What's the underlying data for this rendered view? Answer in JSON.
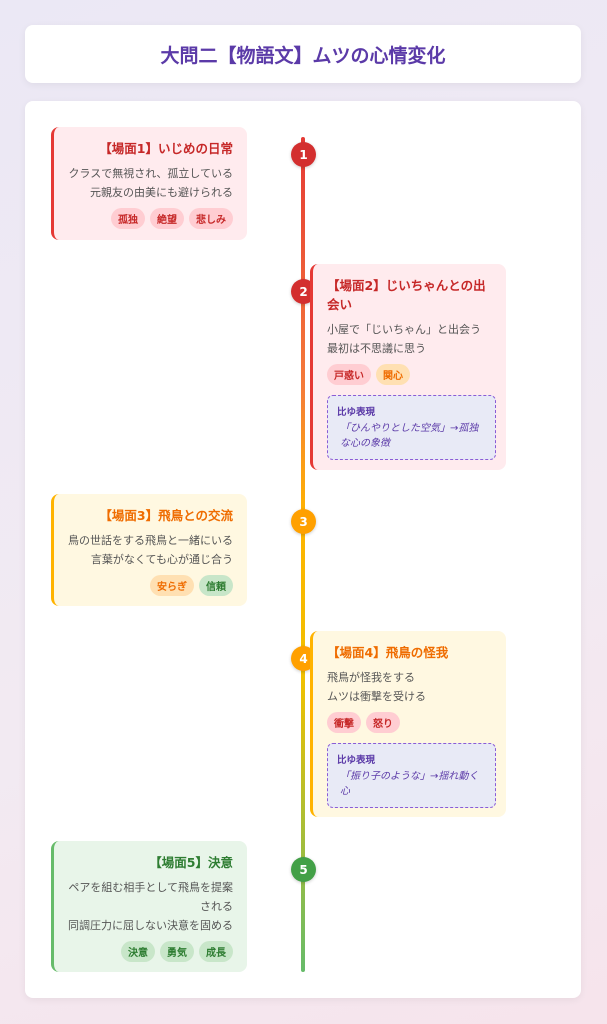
{
  "title": "大問二【物語文】ムツの心情変化",
  "scenes": [
    {
      "num": "1",
      "title": "【場面1】いじめの日常",
      "lines": [
        "クラスで無視され、孤立している",
        "元親友の由美にも避けられる"
      ],
      "tags": [
        "孤独",
        "絶望",
        "悲しみ"
      ]
    },
    {
      "num": "2",
      "title": "【場面2】じいちゃんとの出会い",
      "lines": [
        "小屋で「じいちゃん」と出会う",
        "最初は不思議に思う"
      ],
      "tags": [
        "戸惑い",
        "関心"
      ],
      "metaphor": {
        "label": "比ゆ表現",
        "text": "「ひんやりとした空気」→孤独な心の象徴"
      }
    },
    {
      "num": "3",
      "title": "【場面3】飛鳥との交流",
      "lines": [
        "鳥の世話をする飛鳥と一緒にいる",
        "言葉がなくても心が通じ合う"
      ],
      "tags": [
        "安らぎ",
        "信頼"
      ]
    },
    {
      "num": "4",
      "title": "【場面4】飛鳥の怪我",
      "lines": [
        "飛鳥が怪我をする",
        "ムツは衝撃を受ける"
      ],
      "tags": [
        "衝撃",
        "怒り"
      ],
      "metaphor": {
        "label": "比ゆ表現",
        "text": "「振り子のような」→揺れ動く心"
      }
    },
    {
      "num": "5",
      "title": "【場面5】決意",
      "lines": [
        "ペアを組む相手として飛鳥を提案される",
        "同調圧力に屈しない決意を固める"
      ],
      "tags": [
        "決意",
        "勇気",
        "成長"
      ]
    }
  ],
  "colors": {
    "red": "#e53935",
    "orange": "#ffb300",
    "green": "#66bb6a",
    "purple": "#5b3aa8"
  }
}
